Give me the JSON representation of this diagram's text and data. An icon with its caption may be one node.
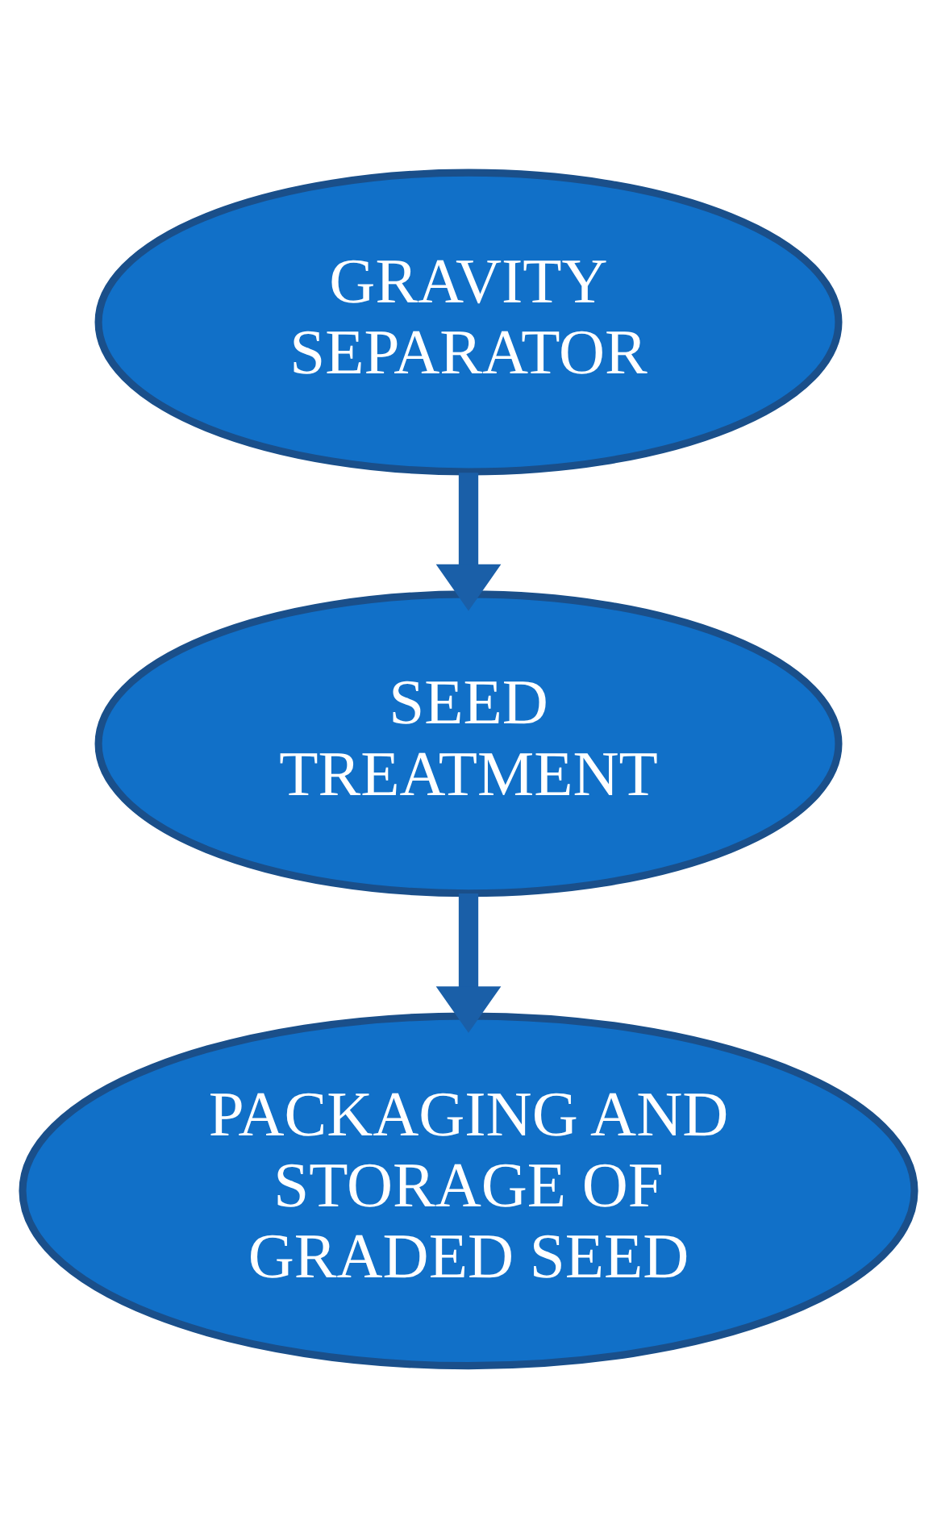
{
  "diagram": {
    "nodes": [
      {
        "text": [
          "GRAVITY SEPARATOR"
        ]
      },
      {
        "text": [
          "SEED TREATMENT"
        ]
      },
      {
        "text": [
          "PACKAGING AND STORAGE OF GRADED SEED"
        ]
      }
    ],
    "edges": [
      {
        "from": 0,
        "to": 1,
        "arrow": "to"
      },
      {
        "from": 1,
        "to": 2,
        "arrow": "to"
      }
    ]
  }
}
